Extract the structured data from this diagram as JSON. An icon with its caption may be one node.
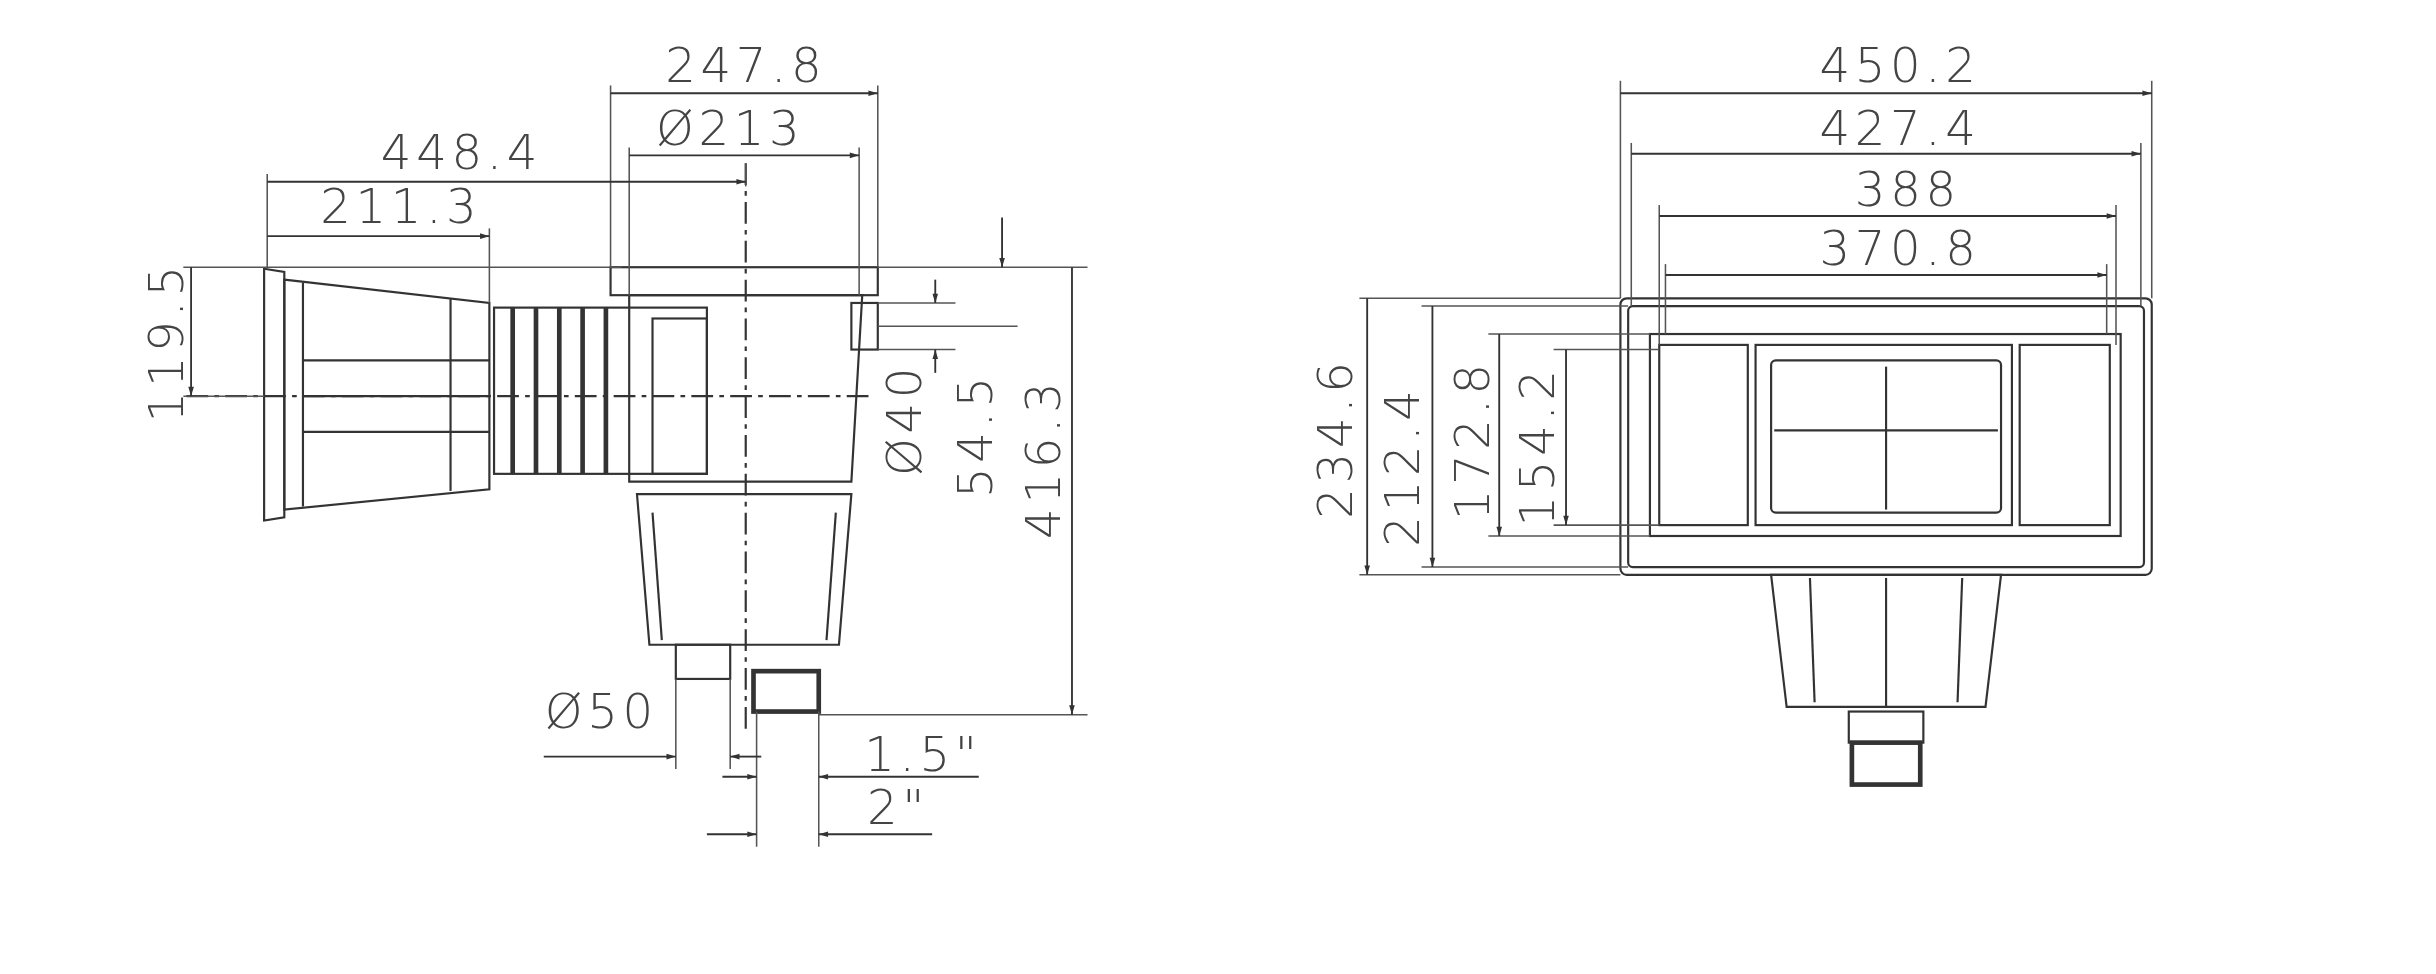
{
  "diagram": {
    "labels": [
      "247.8",
      "Ø213",
      "448.4",
      "211.3",
      "119.5",
      "Ø40",
      "54.5",
      "416.3",
      "Ø50",
      "1.5\"",
      "2\"",
      "450.2",
      "427.4",
      "388",
      "370.8",
      "234.6",
      "212.4",
      "172.8",
      "154.2"
    ]
  }
}
